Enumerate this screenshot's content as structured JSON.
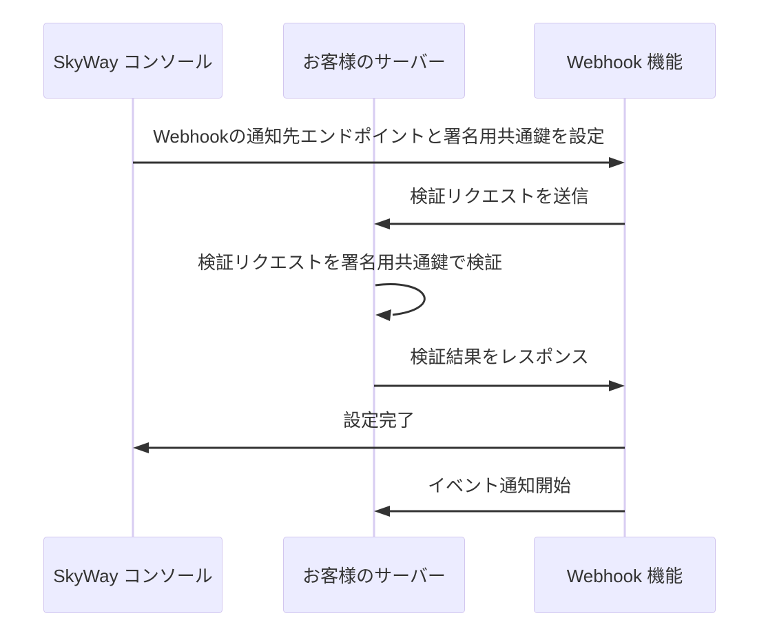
{
  "diagram": {
    "type": "sequence-diagram",
    "actors": [
      {
        "id": "console",
        "label": "SkyWay コンソール"
      },
      {
        "id": "server",
        "label": "お客様のサーバー"
      },
      {
        "id": "webhook",
        "label": "Webhook 機能"
      }
    ],
    "messages": [
      {
        "from": "console",
        "to": "webhook",
        "direction": "right",
        "label": "Webhookの通知先エンドポイントと署名用共通鍵を設定"
      },
      {
        "from": "webhook",
        "to": "server",
        "direction": "left",
        "label": "検証リクエストを送信"
      },
      {
        "from": "server",
        "to": "server",
        "direction": "self",
        "label": "検証リクエストを署名用共通鍵で検証"
      },
      {
        "from": "server",
        "to": "webhook",
        "direction": "right",
        "label": "検証結果をレスポンス"
      },
      {
        "from": "webhook",
        "to": "console",
        "direction": "left",
        "label": "設定完了"
      },
      {
        "from": "webhook",
        "to": "server",
        "direction": "left",
        "label": "イベント通知開始"
      }
    ],
    "colors": {
      "actor_fill": "#ECECFF",
      "actor_border": "#D2C6EF",
      "lifeline": "#D8CDF2",
      "arrow": "#333333",
      "text": "#333333",
      "background": "#FFFFFF"
    }
  }
}
